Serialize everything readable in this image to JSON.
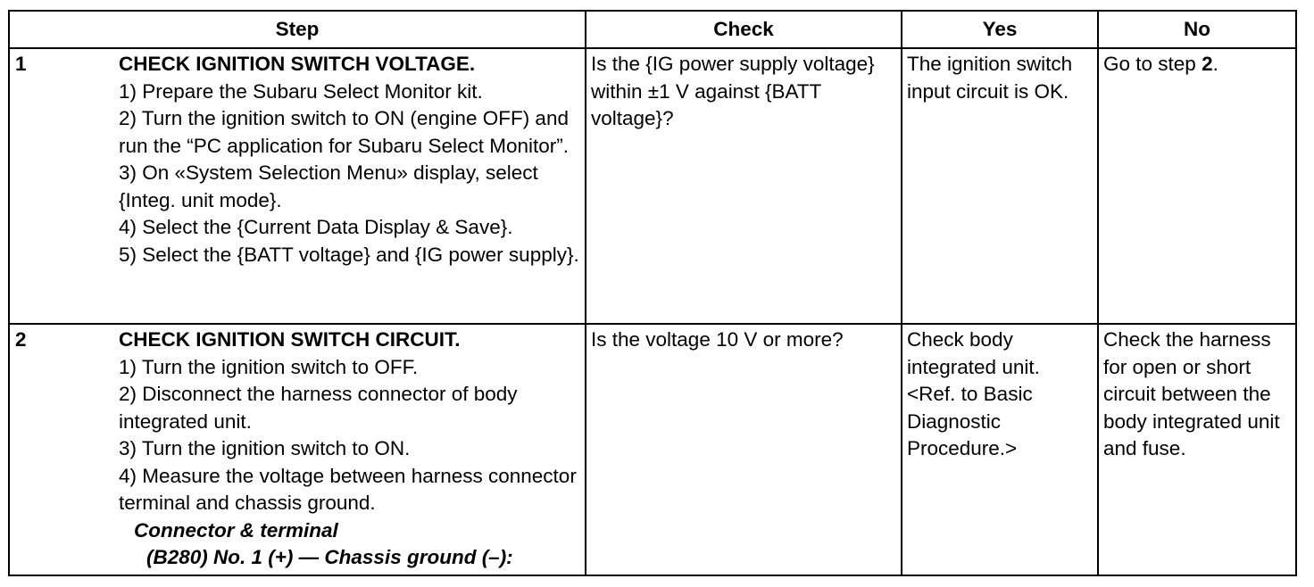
{
  "headers": {
    "step": "Step",
    "check": "Check",
    "yes": "Yes",
    "no": "No"
  },
  "rows": [
    {
      "number": "1",
      "title": "CHECK IGNITION SWITCH VOLTAGE.",
      "substeps": [
        "1)  Prepare the Subaru Select Monitor kit.",
        "2)  Turn the ignition switch to ON (engine OFF) and run the “PC application for Subaru Select Monitor”.",
        "3)  On «System Selection Menu» display, select {Integ. unit mode}.",
        "4)  Select the {Current Data Display & Save}.",
        "5)  Select the {BATT voltage} and {IG power supply}."
      ],
      "check": "Is the {IG power supply voltage} within ±1 V against {BATT voltage}?",
      "yes": "The ignition switch input circuit is OK.",
      "no_prefix": "Go to step ",
      "no_step": "2",
      "no_suffix": "."
    },
    {
      "number": "2",
      "title": "CHECK IGNITION SWITCH CIRCUIT.",
      "substeps": [
        "1)  Turn the ignition switch to OFF.",
        "2)  Disconnect the harness connector of body integrated unit.",
        "3)  Turn the ignition switch to ON.",
        "4)  Measure the voltage between harness connector terminal and chassis ground."
      ],
      "connector_label": "Connector & terminal",
      "connector_value": "(B280) No. 1 (+) — Chassis ground (–):",
      "check": "Is the voltage 10 V or more?",
      "yes": "Check body integrated unit. <Ref. to Basic Diagnostic Procedure.>",
      "no": "Check the harness for open or short circuit between the body integrated unit and fuse."
    }
  ]
}
